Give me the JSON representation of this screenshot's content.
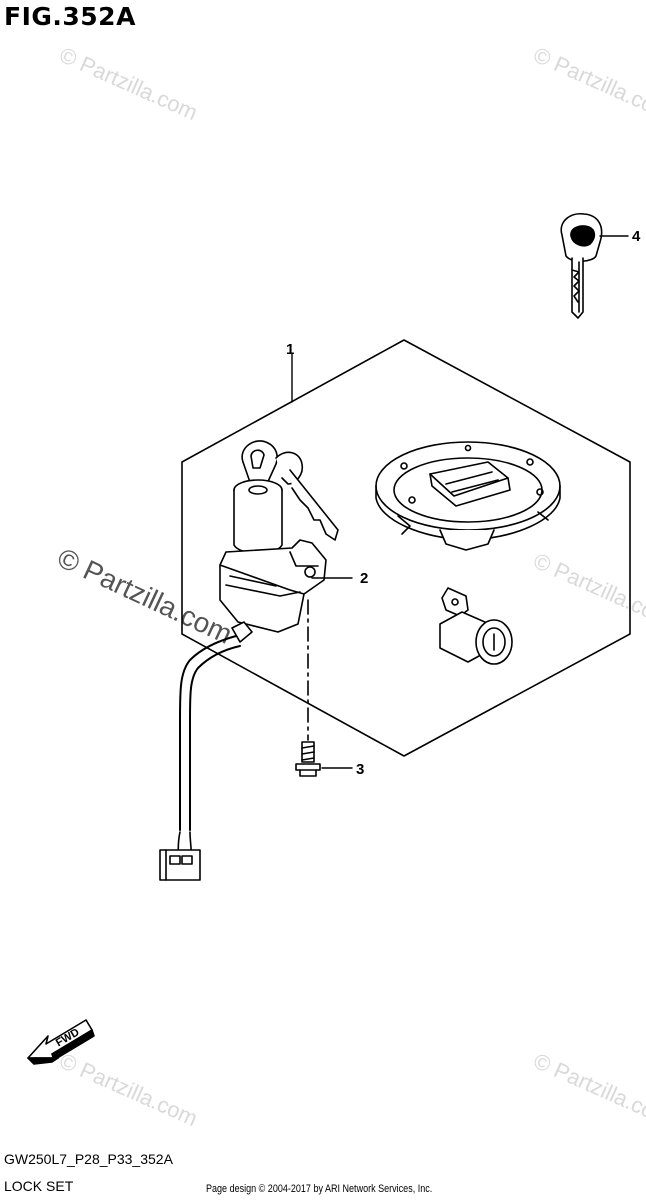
{
  "figure": {
    "title": "FIG.352A",
    "code": "GW250L7_P28_P33_352A",
    "caption": "LOCK SET"
  },
  "callouts": [
    {
      "id": "1",
      "label": "1"
    },
    {
      "id": "2",
      "label": "2"
    },
    {
      "id": "3",
      "label": "3"
    },
    {
      "id": "4",
      "label": "4"
    }
  ],
  "direction_arrow": {
    "label": "FWD"
  },
  "watermarks": {
    "small": "© Partzilla.com",
    "large": "© Partzilla.com"
  },
  "footer": {
    "text": "Page design © 2004-2017 by ARI Network Services, Inc."
  },
  "colors": {
    "line": "#000000",
    "watermark": "#d9d9d9",
    "background": "#ffffff"
  }
}
